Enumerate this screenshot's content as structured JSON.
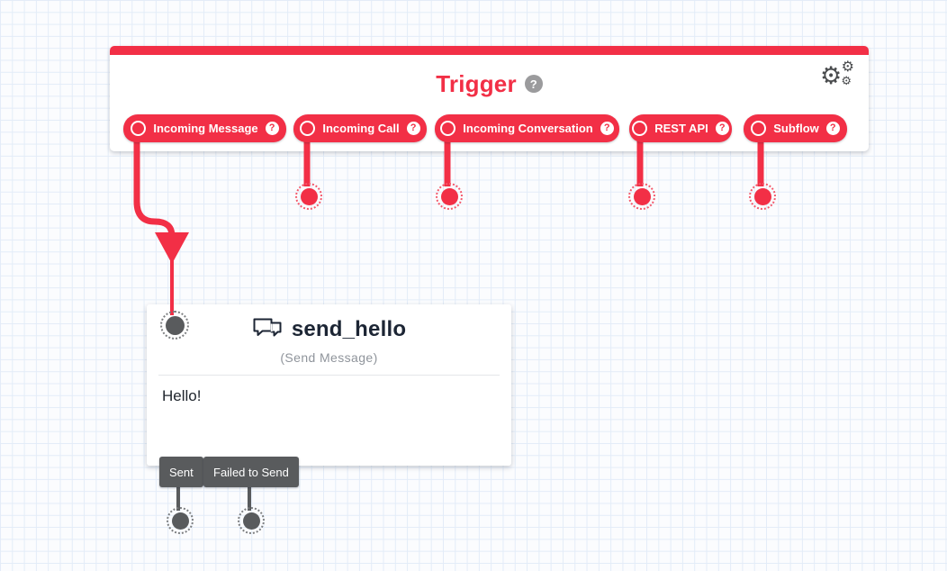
{
  "colors": {
    "accent_red": "#F22F46",
    "ink": "#1C2534",
    "muted_gray": "#8F949B",
    "dark_gray": "#595B5D",
    "grid_line": "#E3ECF8"
  },
  "icons": {
    "help": "?",
    "gear": "⚙"
  },
  "trigger": {
    "title": "Trigger",
    "pills": [
      {
        "label": "Incoming Message"
      },
      {
        "label": "Incoming Call"
      },
      {
        "label": "Incoming Conversation"
      },
      {
        "label": "REST API"
      },
      {
        "label": "Subflow"
      }
    ]
  },
  "widget": {
    "name": "send_hello",
    "type_label": "(Send Message)",
    "body_text": "Hello!",
    "transitions": [
      {
        "label": "Sent"
      },
      {
        "label": "Failed to Send"
      }
    ]
  }
}
